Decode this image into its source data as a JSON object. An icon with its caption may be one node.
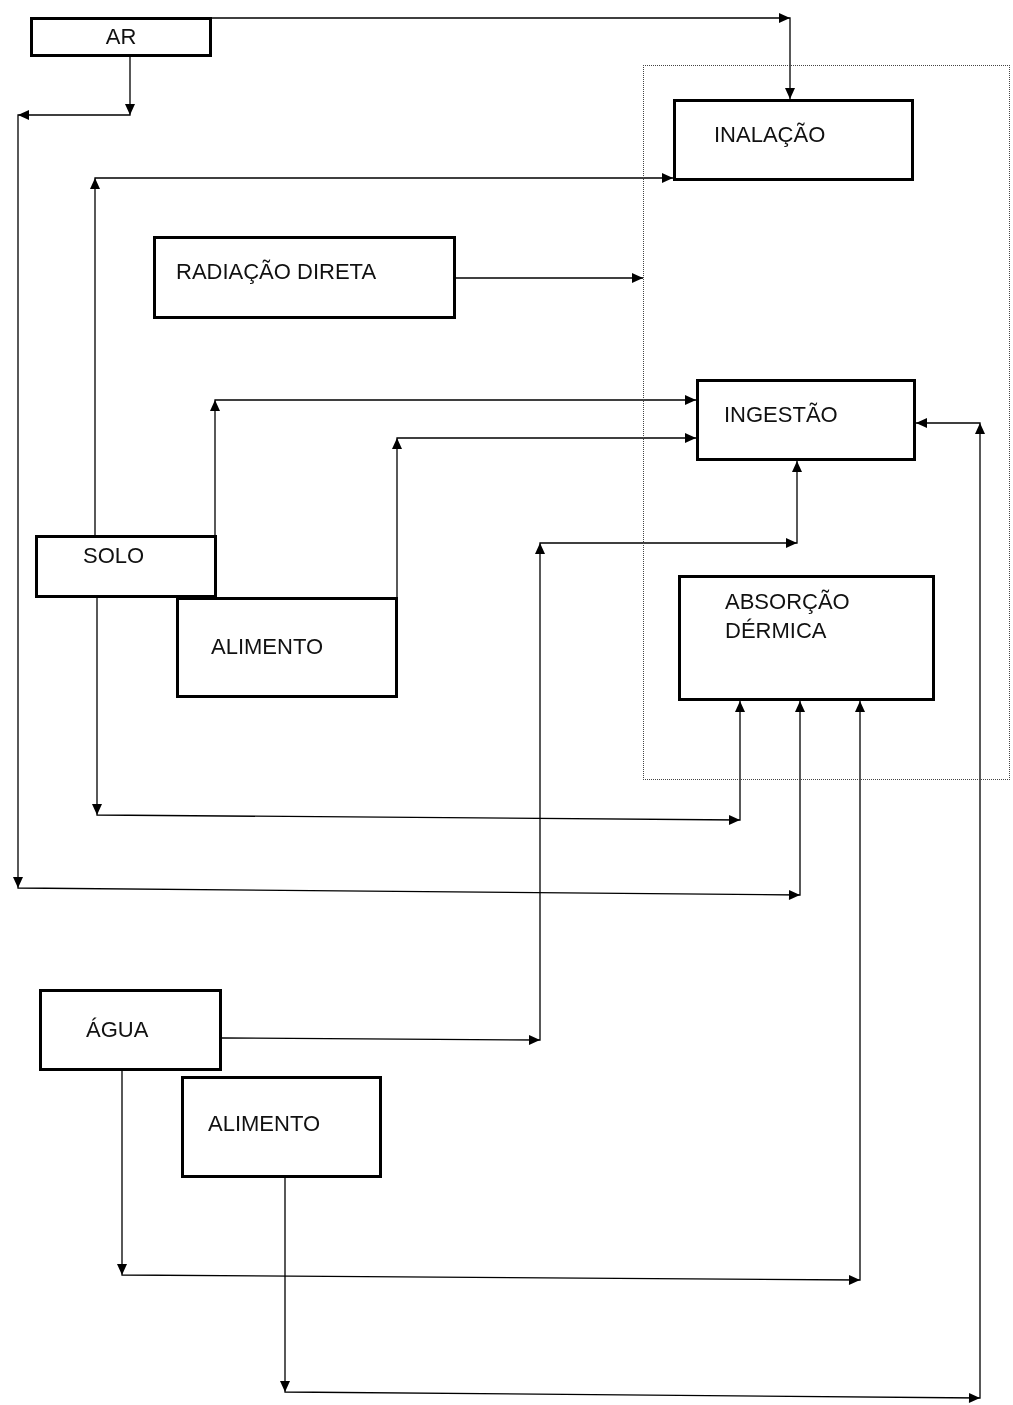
{
  "diagram": {
    "nodes": [
      {
        "text": [
          "AR"
        ]
      },
      {
        "text": [],
        "shape": "box"
      },
      {
        "text": [
          "INALAÇÃO"
        ],
        "in": 1
      },
      {
        "text": [
          "RADIAÇÃO DIRETA"
        ]
      },
      {
        "text": [
          "INGESTÃO"
        ],
        "in": 1
      },
      {
        "text": [
          "SOLO"
        ]
      },
      {
        "text": [
          "ALIMENTO"
        ]
      },
      {
        "text": [
          "ABSORÇÃO DÉRMICA"
        ],
        "in": 1
      },
      {
        "text": [
          "ÁGUA"
        ]
      },
      {
        "text": [
          "ALIMENTO"
        ]
      }
    ],
    "edges": [
      {
        "from": 0,
        "to": 2,
        "arrow": "to"
      },
      {
        "from": 0,
        "to": 7,
        "arrow": "to"
      },
      {
        "from": 5,
        "to": 2,
        "arrow": "to"
      },
      {
        "from": 3,
        "to": 1,
        "arrow": "to"
      },
      {
        "from": 5,
        "to": 4,
        "arrow": "to"
      },
      {
        "from": 6,
        "to": 4,
        "arrow": "to"
      },
      {
        "from": 5,
        "to": 7,
        "arrow": "to"
      },
      {
        "from": 8,
        "to": 4,
        "arrow": "to"
      },
      {
        "from": 8,
        "to": 7,
        "arrow": "to"
      },
      {
        "from": 9,
        "to": 4,
        "arrow": "to"
      }
    ]
  }
}
